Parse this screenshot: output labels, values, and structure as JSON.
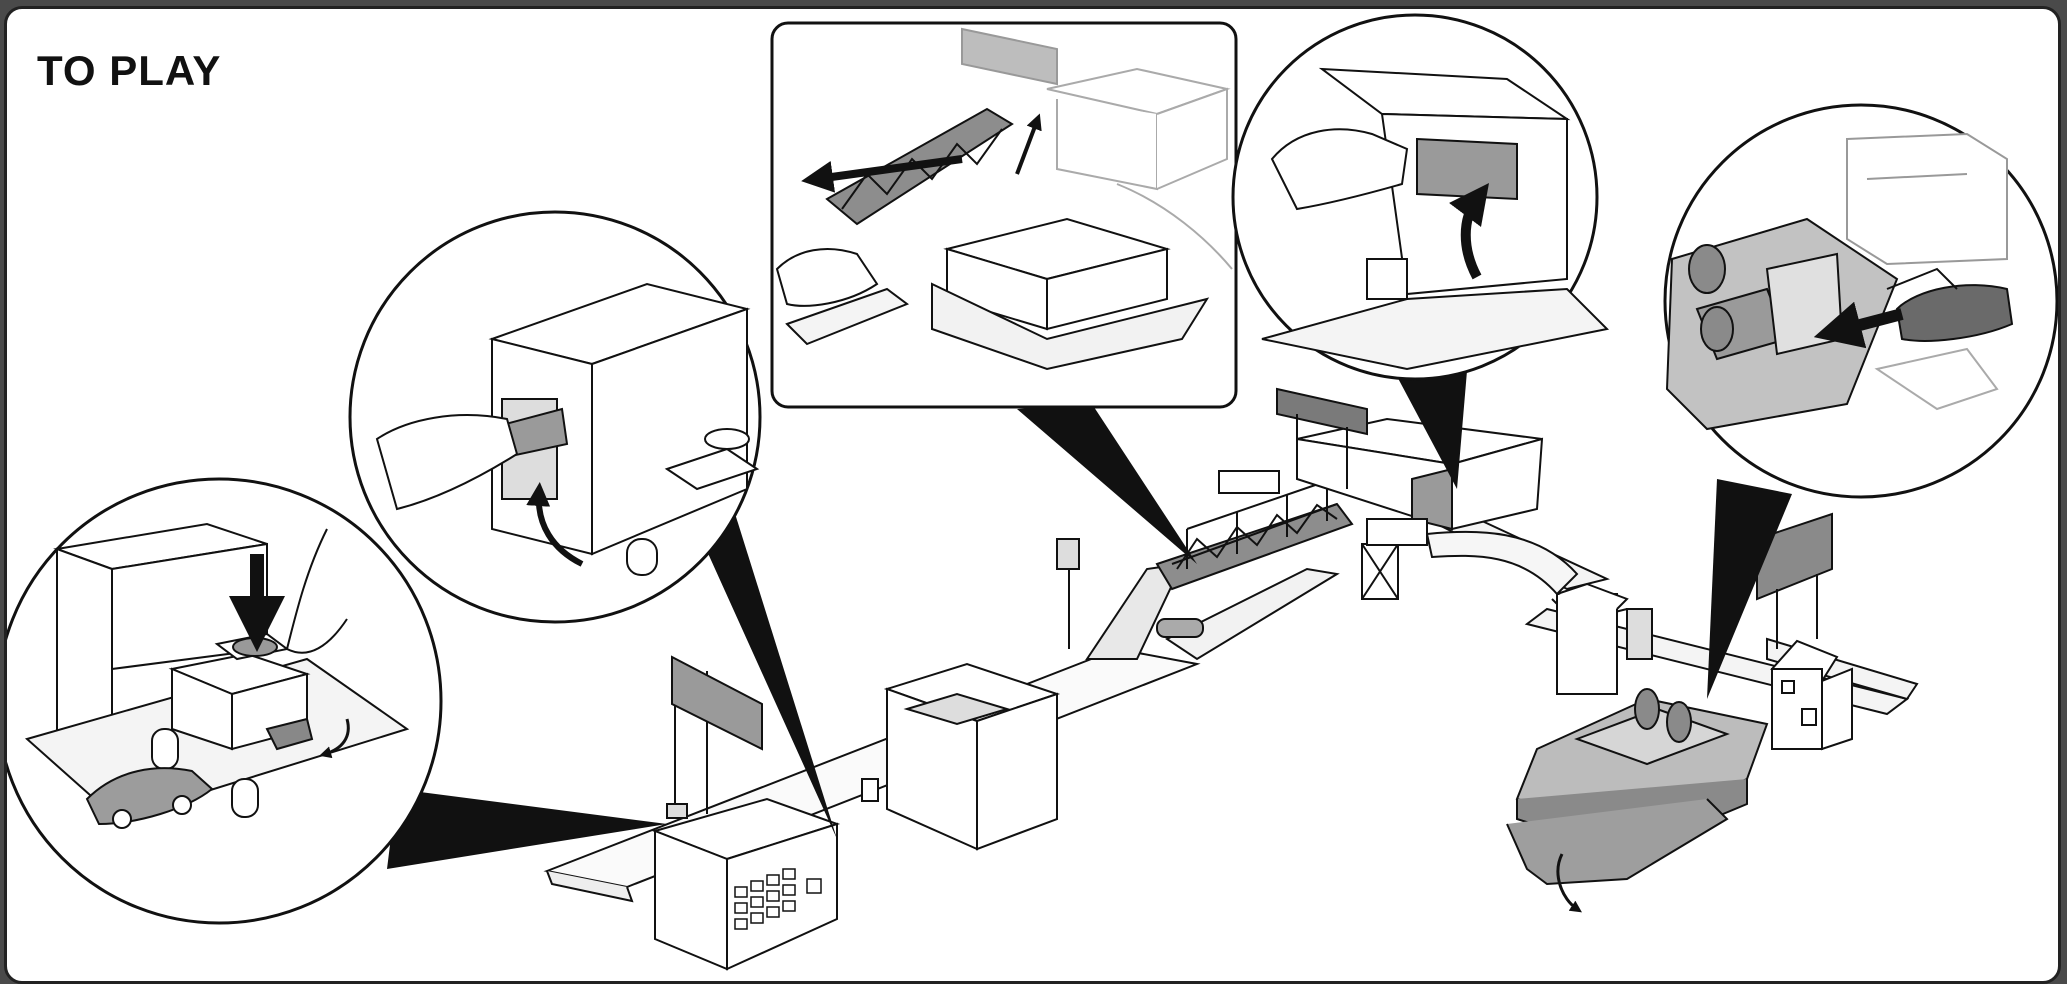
{
  "page": {
    "title": "TO PLAY"
  },
  "colors": {
    "frame_border": "#222222",
    "background": "#ffffff",
    "ink": "#111111",
    "mid_gray": "#8c8c8c",
    "light_gray": "#d9d9d9",
    "dark_gray": "#5a5a5a"
  },
  "illustration": {
    "main_playset": "city-playset-overview",
    "insets": [
      {
        "id": "button-launcher",
        "icon": "down-arrow-icon"
      },
      {
        "id": "tower-lever",
        "icon": "curved-arrow-icon"
      },
      {
        "id": "bridge-drawbridge",
        "icon": "left-arrow-icon"
      },
      {
        "id": "garage-lift",
        "icon": "up-arrow-icon"
      },
      {
        "id": "ferry-car-load",
        "icon": "left-arrow-icon"
      }
    ]
  }
}
